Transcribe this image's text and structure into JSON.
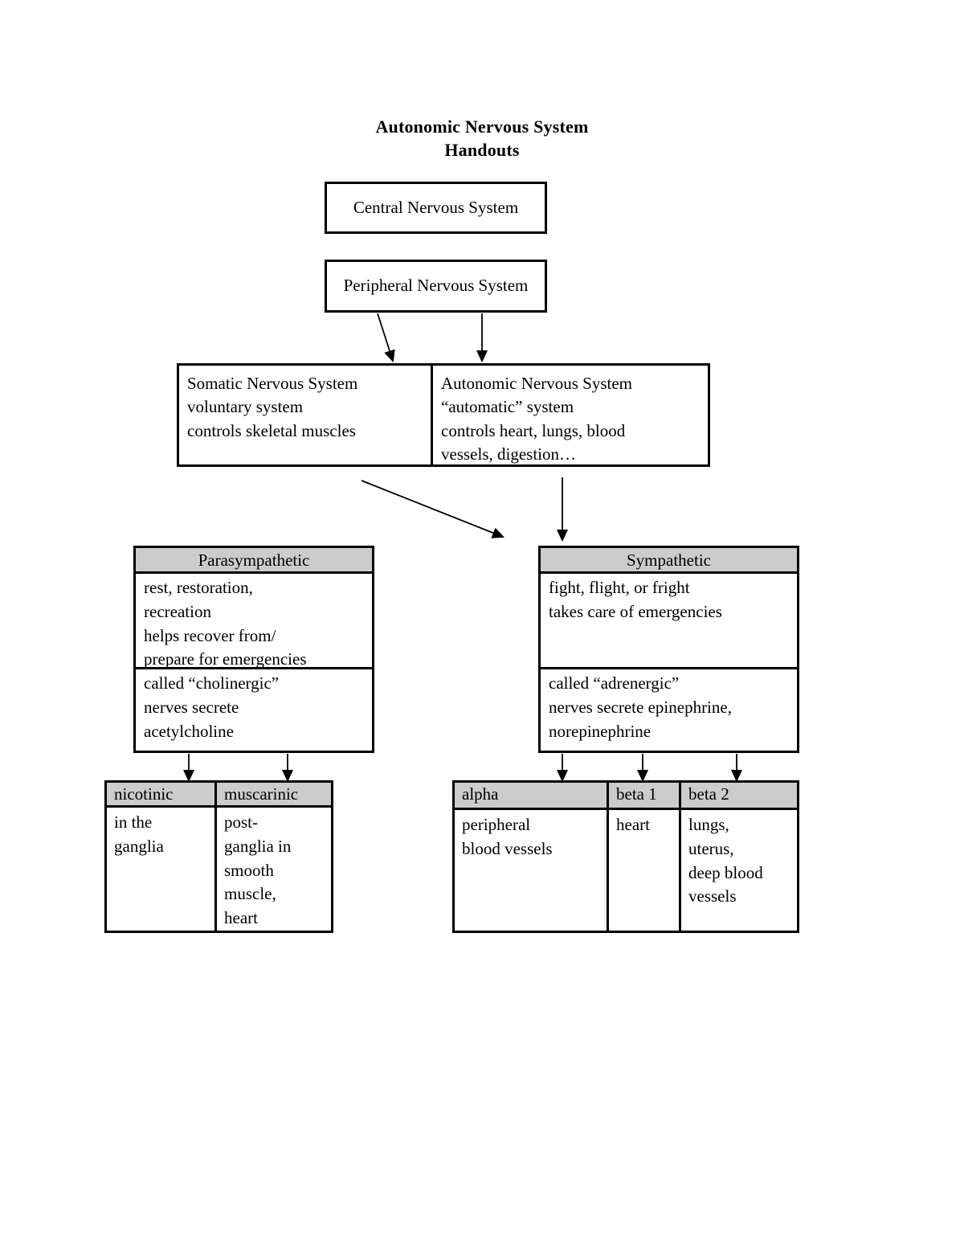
{
  "document": {
    "title_lines": [
      "Autonomic Nervous System",
      "Handouts"
    ]
  },
  "nodes": {
    "cns": {
      "label": "Central Nervous System"
    },
    "pns": {
      "label": "Peripheral Nervous System"
    },
    "somatic": {
      "lines": [
        "Somatic Nervous System",
        "voluntary system",
        "controls skeletal muscles"
      ]
    },
    "autonomic": {
      "lines": [
        "Autonomic Nervous System",
        "“automatic” system",
        "controls heart, lungs, blood",
        "vessels, digestion…"
      ]
    },
    "parasympathetic": {
      "header": "Parasympathetic",
      "section1": [
        "rest, restoration,",
        "recreation",
        "helps recover from/",
        "prepare for emergencies"
      ],
      "section2": [
        "called “cholinergic”",
        "nerves secrete",
        "acetylcholine"
      ]
    },
    "sympathetic": {
      "header": "Sympathetic",
      "section1": [
        "fight, flight, or fright",
        "takes care of emergencies"
      ],
      "section2": [
        "called “adrenergic”",
        "nerves secrete epinephrine,",
        "norepinephrine"
      ]
    }
  },
  "tables": {
    "cholinergic_receptors": {
      "headers": [
        "nicotinic",
        "muscarinic"
      ],
      "cells": [
        [
          "in the",
          "ganglia"
        ],
        [
          "post-",
          "ganglia in",
          "smooth",
          "muscle,",
          "heart"
        ]
      ]
    },
    "adrenergic_receptors": {
      "headers": [
        "alpha",
        "beta 1",
        "beta 2"
      ],
      "cells": [
        [
          "peripheral",
          "blood vessels"
        ],
        [
          "heart"
        ],
        [
          "lungs,",
          "uterus,",
          "deep blood",
          "vessels"
        ]
      ]
    }
  },
  "colors": {
    "page_background": "#ffffff",
    "border": "#000000",
    "header_fill": "#cccccc",
    "text": "#000000"
  }
}
